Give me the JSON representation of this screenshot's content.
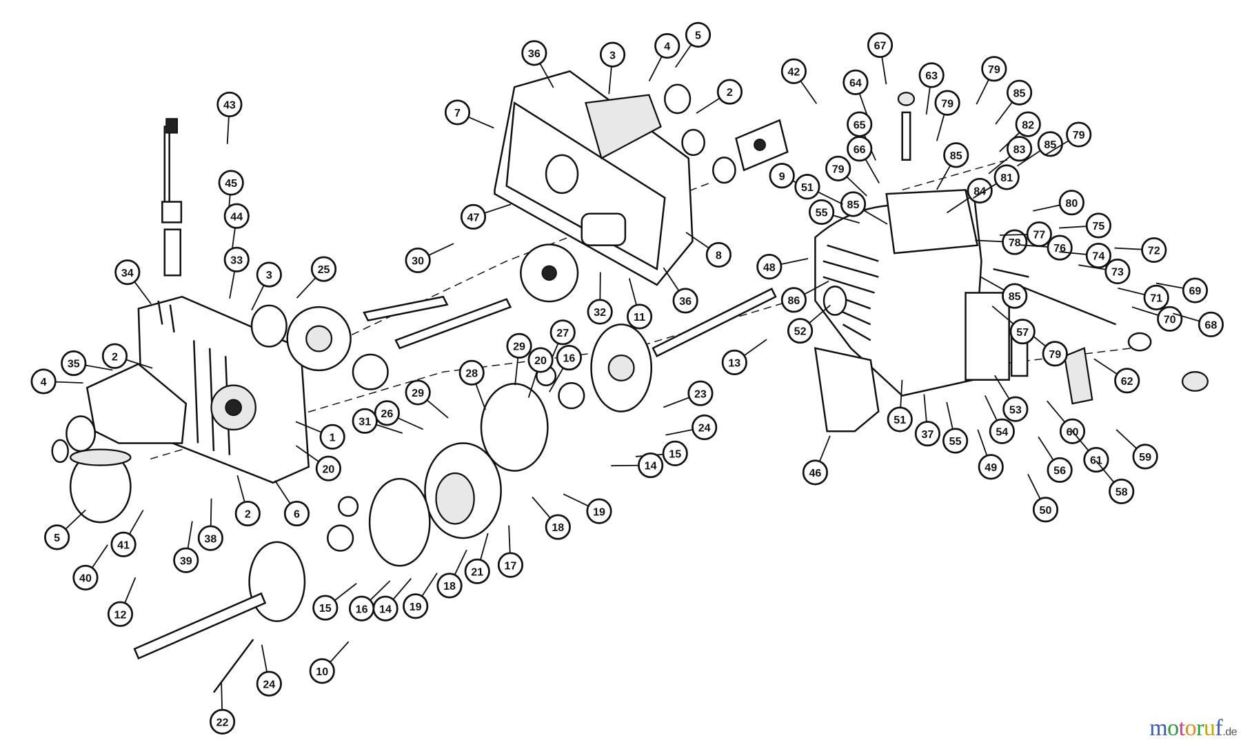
{
  "diagram": {
    "title": "Transmission exploded parts diagram",
    "callouts": [
      "67",
      "63",
      "79",
      "85",
      "64",
      "79",
      "82",
      "65",
      "85",
      "83",
      "66",
      "85",
      "79",
      "79",
      "84",
      "81",
      "80",
      "85",
      "36",
      "3",
      "4",
      "5",
      "2",
      "42",
      "7",
      "9",
      "51",
      "55",
      "47",
      "8",
      "48",
      "86",
      "52",
      "78",
      "77",
      "76",
      "75",
      "74",
      "73",
      "72",
      "71",
      "69",
      "70",
      "68",
      "85",
      "79",
      "57",
      "43",
      "45",
      "44",
      "33",
      "34",
      "3",
      "25",
      "30",
      "36",
      "32",
      "11",
      "13",
      "27",
      "29",
      "28",
      "29",
      "26",
      "31",
      "23",
      "24",
      "20",
      "16",
      "15",
      "14",
      "35",
      "2",
      "4",
      "1",
      "6",
      "2",
      "5",
      "40",
      "41",
      "39",
      "38",
      "20",
      "16",
      "15",
      "14",
      "19",
      "18",
      "21",
      "17",
      "18",
      "19",
      "12",
      "10",
      "24",
      "22",
      "46",
      "51",
      "37",
      "55",
      "54",
      "49",
      "53",
      "50",
      "56",
      "60",
      "61",
      "58",
      "62",
      "59"
    ]
  },
  "watermark": {
    "brand": "motoruf",
    "suffix": ".de",
    "colors": [
      "#3b5bbf",
      "#2a9a3a",
      "#d63a8a",
      "#e08a1a",
      "#2a9a3a",
      "#c8a400",
      "#3b5bbf"
    ]
  }
}
